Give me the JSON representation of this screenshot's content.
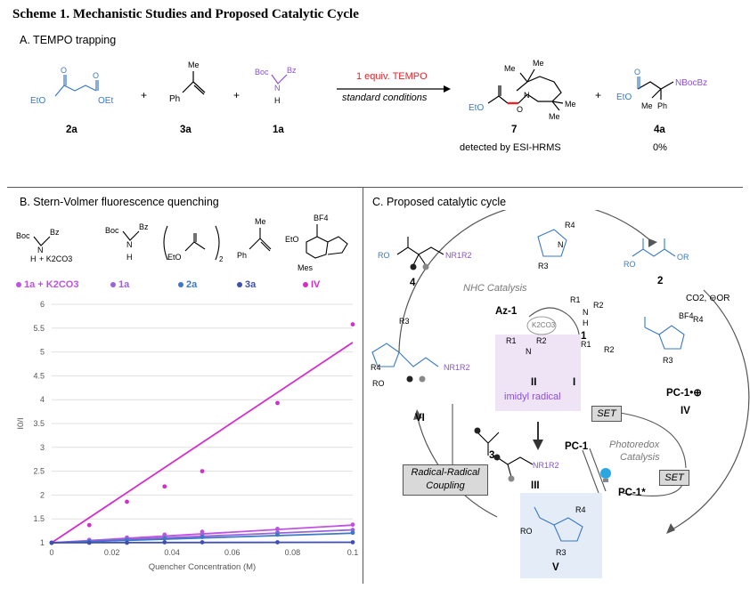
{
  "scheme_title": "Scheme 1. Mechanistic Studies and Proposed Catalytic Cycle",
  "panel_a": {
    "title": "A. TEMPO trapping",
    "plus": "+",
    "reagent_line1": "1 equiv. TEMPO",
    "reagent_line2": "standard conditions",
    "compounds": [
      "2a",
      "3a",
      "1a",
      "7",
      "4a"
    ],
    "detected_note": "detected by ESI-HRMS",
    "yield_4a": "0%",
    "struct_text": {
      "eto": "EtO",
      "oet": "OEt",
      "me": "Me",
      "ph": "Ph",
      "boc": "Boc",
      "bz": "Bz",
      "n": "N",
      "h": "H",
      "o": "O",
      "nbocbz": "NBocBz"
    }
  },
  "panel_b": {
    "title": "B. Stern-Volmer fluorescence quenching",
    "legend": [
      {
        "label": "1a + K2CO3",
        "color": "#c052e0"
      },
      {
        "label": "1a",
        "color": "#9b63d9"
      },
      {
        "label": "2a",
        "color": "#3a79c4"
      },
      {
        "label": "3a",
        "color": "#3f4fb0"
      },
      {
        "label": "IV",
        "color": "#d22fc9"
      }
    ],
    "struct_text": {
      "boc": "Boc",
      "bz": "Bz",
      "n": "N",
      "h": "H",
      "k2co3": "+ K2CO3",
      "eto": "EtO",
      "sub2": "2",
      "me": "Me",
      "ph": "Ph",
      "bf4": "BF4",
      "mes": "Mes"
    }
  },
  "chart_data": {
    "type": "scatter",
    "xlabel": "Quencher Concentration (M)",
    "ylabel": "I0/I",
    "xlim": [
      0,
      0.1
    ],
    "ylim": [
      1,
      6
    ],
    "x_ticks": [
      "0",
      "0.02",
      "0.04",
      "0.06",
      "0.08",
      "0.1"
    ],
    "y_ticks": [
      "1",
      "1.5",
      "2",
      "2.5",
      "3",
      "3.5",
      "4",
      "4.5",
      "5",
      "5.5",
      "6"
    ],
    "grid": "horizontal",
    "x": [
      0,
      0.0125,
      0.025,
      0.0375,
      0.05,
      0.075,
      0.1
    ],
    "series": [
      {
        "name": "IV",
        "color": "#d22fc9",
        "values": [
          1.0,
          1.37,
          1.86,
          2.18,
          2.5,
          3.93,
          5.58
        ],
        "fit": [
          1.0,
          5.2
        ]
      },
      {
        "name": "1a + K2CO3",
        "color": "#c052e0",
        "values": [
          1.0,
          1.06,
          1.11,
          1.17,
          1.23,
          1.29,
          1.38
        ],
        "fit": [
          1.0,
          1.37
        ]
      },
      {
        "name": "1a",
        "color": "#9b63d9",
        "values": [
          1.0,
          1.04,
          1.08,
          1.13,
          1.17,
          1.22,
          1.27
        ],
        "fit": [
          1.0,
          1.27
        ]
      },
      {
        "name": "2a",
        "color": "#3a79c4",
        "values": [
          1.0,
          1.03,
          1.06,
          1.09,
          1.12,
          1.17,
          1.21
        ],
        "fit": [
          1.0,
          1.2
        ]
      },
      {
        "name": "3a",
        "color": "#3f4fb0",
        "values": [
          1.0,
          1.0,
          1.0,
          1.01,
          1.01,
          1.01,
          1.01
        ],
        "fit": [
          1.0,
          1.01
        ]
      }
    ]
  },
  "panel_c": {
    "title": "C. Proposed catalytic cycle",
    "species": {
      "c4": "4",
      "c2": "2",
      "c1": "1",
      "cI": "I",
      "cII": "II",
      "c3": "3",
      "cIII": "III",
      "cIV": "IV",
      "cV": "V",
      "cVI": "VI",
      "az1": "Az-1",
      "pc1": "PC-1",
      "pc1_star": "PC-1*",
      "pc1_rad": "PC-1•⊕"
    },
    "labels": {
      "nhc": "NHC Catalysis",
      "k2co3": "K2CO3",
      "co2": "CO2, ⊖OR",
      "imidyl": "imidyl radical",
      "set1": "SET",
      "set2": "SET",
      "photoredox1": "Photoredox",
      "photoredox2": "Catalysis",
      "rr1": "Radical-Radical",
      "rr2": "Coupling"
    },
    "struct_text": {
      "ro": "RO",
      "or": "OR",
      "r1": "R1",
      "r2": "R2",
      "r3": "R3",
      "r4": "R4",
      "nr1r2": "NR1R2",
      "n": "N",
      "h": "H",
      "o": "O",
      "bf4": "BF4"
    }
  },
  "colors": {
    "accent_purple": "#8b4fd8",
    "accent_blue": "#3a79c4",
    "accent_red": "#e3242b",
    "magenta": "#d22fc9"
  }
}
